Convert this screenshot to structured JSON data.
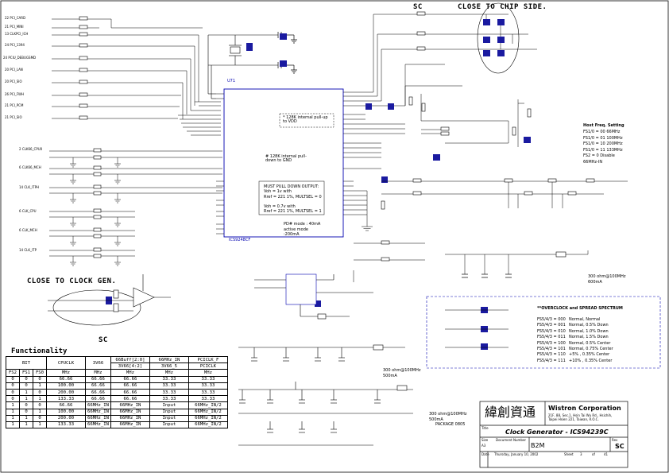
{
  "header": {
    "sheet_ref": "SC"
  },
  "notes": {
    "close_to_chip": "CLOSE TO CHIP SIDE.",
    "close_to_clock": "CLOSE TO CLOCK GEN.",
    "sc_mid": "SC",
    "internal_pullup": "* 128K internal pull-up to VDD",
    "internal_pulldown": "# 128K internal pull-down to GND",
    "must_pull": "MUST PULL DOWN OUTPUT:\nVoh = 1v with\nRref = 221 1%, MULTSEL = 0\n\nVoh = 0.7v with\nRref = 221 1%, MULTSEL = 1",
    "pd_mode": "PD# mode : 40mA\nactive mode\n:200mA",
    "ferrite_1": "300 ohm@100MHz\n600mA",
    "ferrite_2": "300 ohm@100MHz\n500mA",
    "ferrite_3": "300 ohm@100MHz\n500mA",
    "package": "PACKAGE 0805"
  },
  "chip": {
    "ref": "U71",
    "part": "ICS9248CF"
  },
  "left_nets": [
    "22 PCI_CARD",
    "21 PCI_MINI",
    "13 CLKPCI_ICH",
    "24 PCI_1394",
    "24 PCIU_DEBUGSMD",
    "20 PCI_LAN",
    "20 PCI_SIO",
    "26 PCI_FWH",
    "21 PCI_PCM",
    "21 PCI_SIO"
  ],
  "left_clk_nets": [
    "2 CLK66_CPU0",
    "6 CLK66_MCH",
    "14 CLK_ITPH",
    "6 CLK_CPU",
    "6 CLK_MCH",
    "14 CLK_ITP"
  ],
  "freq": {
    "title": "Host Freq. Setting",
    "rows": [
      "FS1/0 = 00    66MHz",
      "FS1/0 = 01   100MHz",
      "FS1/0 = 10   200MHz",
      "FS1/0 = 11   133MHz",
      "FS2 = 0 Disable",
      "66MHz-IN"
    ]
  },
  "spread": {
    "title": "**OVERCLOCK and SPREAD SPECTRUM",
    "rows": [
      [
        "FS5/4/3 = 000",
        "Normal, Normal"
      ],
      [
        "FS5/4/3 = 001",
        "Normal, 0.5%  Down"
      ],
      [
        "FS5/4/3 = 010",
        "Normal, 1.0%  Down"
      ],
      [
        "FS5/4/3 = 011",
        "Normal, 1.5%  Down"
      ],
      [
        "FS5/4/3 = 100",
        "Normal, 0.5%  Center"
      ],
      [
        "FS5/4/3 = 101",
        "Normal, 0.75% Center"
      ],
      [
        "FS5/4/3 = 110",
        "+5%   , 0.35% Center"
      ],
      [
        "FS5/4/3 = 111",
        "+10%  , 0.35% Center"
      ]
    ]
  },
  "functionality": {
    "title": "Functionality",
    "head1": [
      "BIT",
      "CPUCLK",
      "3V66",
      "66Buff[2:0]",
      "66MHz_IN",
      "PCICLK_F"
    ],
    "head2": [
      "3V66[4:2]",
      "3V66_5",
      "PCICLK"
    ],
    "head3": [
      "FS2",
      "FS1",
      "FS0",
      "MHz",
      "MHz",
      "MHz",
      "MHz",
      "MHz"
    ],
    "rows": [
      [
        "0",
        "0",
        "0",
        "66.66",
        "66.66",
        "66.66",
        "33.33",
        "33.33"
      ],
      [
        "0",
        "0",
        "1",
        "100.00",
        "66.66",
        "66.66",
        "33.33",
        "33.33"
      ],
      [
        "0",
        "1",
        "0",
        "200.00",
        "66.66",
        "66.66",
        "33.33",
        "33.33"
      ],
      [
        "0",
        "1",
        "1",
        "133.33",
        "66.66",
        "66.66",
        "33.33",
        "33.33"
      ],
      [
        "1",
        "0",
        "0",
        "66.66",
        "66MHz_IN",
        "66MHz_IN",
        "Input",
        "66MHz_IN/2"
      ],
      [
        "1",
        "0",
        "1",
        "100.00",
        "66MHz_IN",
        "66MHz_IN",
        "Input",
        "66MHz_IN/2"
      ],
      [
        "1",
        "1",
        "0",
        "200.00",
        "66MHz_IN",
        "66MHz_IN",
        "Input",
        "66MHz_IN/2"
      ],
      [
        "1",
        "1",
        "1",
        "133.33",
        "66MHz_IN",
        "66MHz_IN",
        "Input",
        "66MHz_IN/2"
      ]
    ]
  },
  "title_block": {
    "logo": "緯創資通",
    "company": "Wistron Corporation",
    "address": "21F, 88, Sec.1, Hsin Tai Wu Rd., Hsichih,\nTaipei Hsien 221, Taiwan, R.O.C.",
    "title_label": "Title",
    "title": "Clock Generator - ICS94239C",
    "size_label": "Size",
    "size": "A3",
    "doc_label": "Document Number",
    "doc": "B2M",
    "rev_label": "Rev",
    "rev": "SC",
    "date_label": "Date",
    "date": "Thursday, January 10, 2002",
    "sheet_label": "Sheet",
    "sheet": "3",
    "of_label": "of",
    "of": "41"
  },
  "colors": {
    "wire": "#000000",
    "net": "#d00000",
    "ic": "#0000b0",
    "part": "#1a1aa0"
  }
}
